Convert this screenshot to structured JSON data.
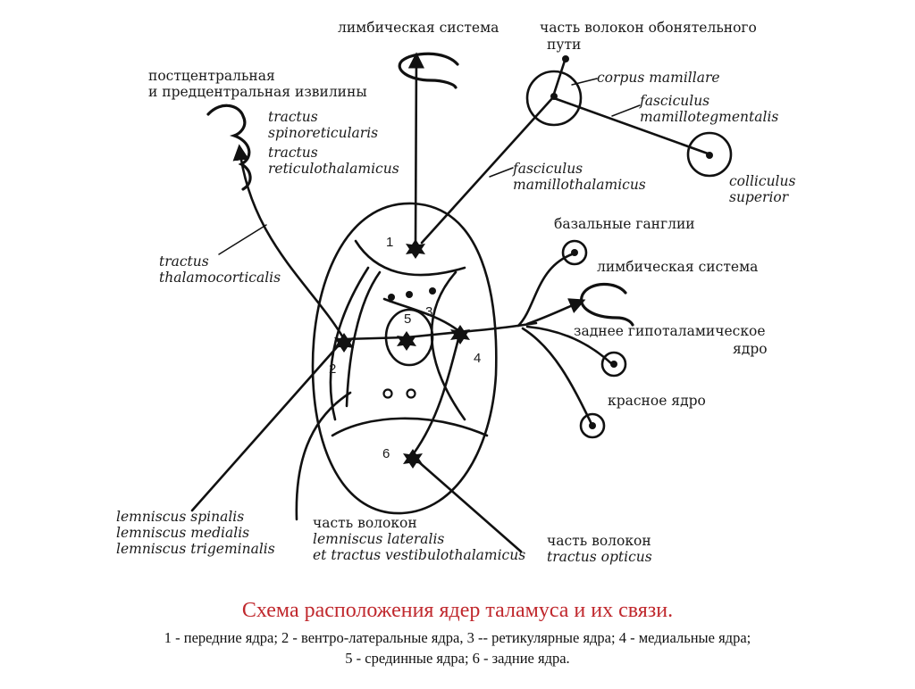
{
  "labels": {
    "limbic_top": "лимбическая система",
    "olfactory_1": "часть волокон обонятельного",
    "olfactory_2": "пути",
    "corpus_mamillare": "corpus mamillare",
    "fasc_mt_1": "fasciculus",
    "fasc_mt_2": "mamillotegmentalis",
    "postcentral_1": "постцентральная",
    "postcentral_2": "и предцентральная извилины",
    "tractus_sr_1": "tractus",
    "tractus_sr_2": "spinoreticularis",
    "tractus_rt_1": "tractus",
    "tractus_rt_2": "reticulothalamicus",
    "fasc_mth_1": "fasciculus",
    "fasc_mth_2": "mamillothalamicus",
    "colliculus_1": "colliculus",
    "colliculus_2": "superior",
    "basal_ganglia": "базальные ганглии",
    "limbic_right": "лимбическая система",
    "hypothal_1": "заднее гипоталамическое",
    "hypothal_2": "ядро",
    "red_nucleus": "красное ядро",
    "tractus_tc_1": "tractus",
    "tractus_tc_2": "thalamocorticalis",
    "lemn_1": "lemniscus spinalis",
    "lemn_2": "lemniscus medialis",
    "lemn_3": "lemniscus trigeminalis",
    "lat_1": "часть волокон",
    "lat_2": "lemniscus lateralis",
    "lat_3": "et tractus vestibulothalamicus",
    "opt_1": "часть волокон",
    "opt_2": "tractus opticus"
  },
  "nuclei": {
    "n1": "1",
    "n2": "2",
    "n3": "3",
    "n4": "4",
    "n5": "5",
    "n6": "6"
  },
  "caption": {
    "title": "Схема расположения ядер таламуса и их связи.",
    "line1": "1 - передние ядра; 2 - вентро-латеральные ядра, 3 -- ретикулярные ядра; 4 - медиальные ядра;",
    "line2": "5 - срединные ядра; 6 - задние ядра."
  }
}
